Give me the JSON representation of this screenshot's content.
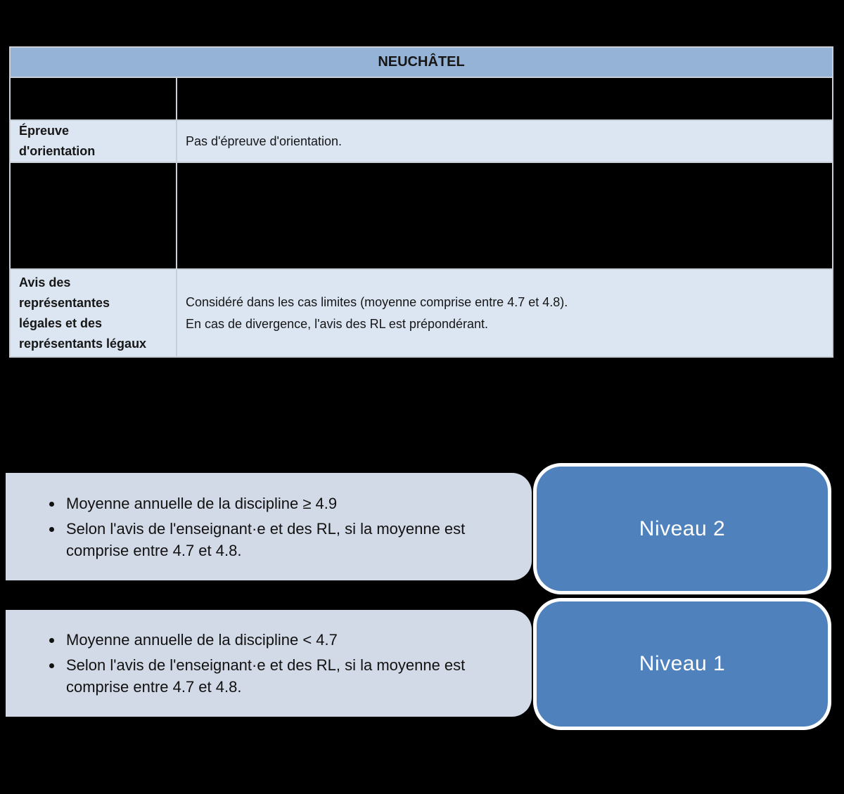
{
  "document": {
    "title": "NEUCHÂTEL"
  },
  "table": {
    "header": {
      "label": "NEUCHÂTEL"
    },
    "rows": [
      {
        "kind": "redacted"
      },
      {
        "kind": "text",
        "label_lines": [
          "Épreuve",
          "d'orientation"
        ],
        "content_lines": [
          "Pas d'épreuve d'orientation."
        ]
      },
      {
        "kind": "redacted"
      },
      {
        "kind": "text",
        "label_lines": [
          "Avis des",
          "représentantes",
          "légales et des",
          "représentants légaux"
        ],
        "content_lines": [
          "Considéré dans les cas limites (moyenne comprise entre 4.7 et 4.8).",
          "En cas de divergence, l'avis des RL est prépondérant."
        ]
      }
    ]
  },
  "callouts": [
    {
      "bullets": [
        "Moyenne annuelle de la discipline ≥ 4.9",
        "Selon l'avis de l'enseignant·e et des RL, si la moyenne est comprise entre 4.7 et 4.8."
      ],
      "level_label": "Niveau 2"
    },
    {
      "bullets": [
        "Moyenne annuelle de la discipline < 4.7",
        "Selon l'avis de l'enseignant·e et des RL, si la moyenne est comprise entre 4.7 et 4.8."
      ],
      "level_label": "Niveau 1"
    }
  ],
  "colors": {
    "background": "#000000",
    "table_header_bg": "#95b3d7",
    "table_row_bg": "#dce6f2",
    "table_border": "#c9cfd7",
    "criteria_box_bg": "#d3dae7",
    "level_box_bg": "#4f81bd",
    "level_box_border": "#ffffff",
    "text_dark": "#161616",
    "text_light": "#ffffff"
  }
}
